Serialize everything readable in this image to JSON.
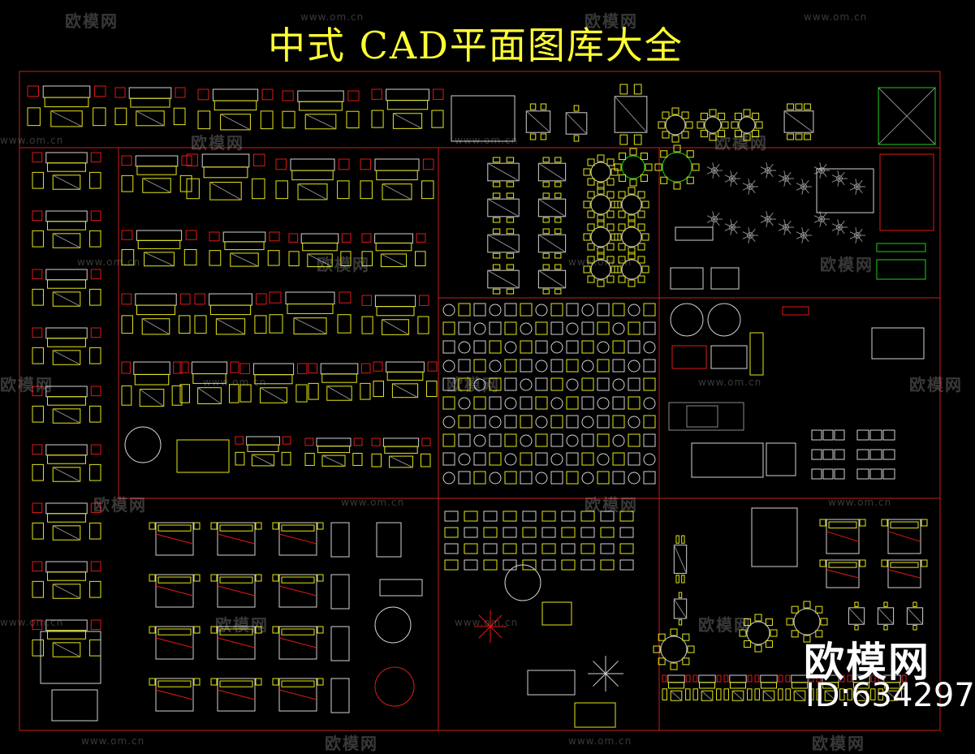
{
  "title": "中式 CAD平面图库大全",
  "watermark": {
    "site": "www.om.cn",
    "brand": "欧模网"
  },
  "branding": {
    "logo_text": "欧模网",
    "id_text": "ID:634297"
  },
  "icons": [
    "sofa-set-icon",
    "dining-table-icon",
    "round-table-icon",
    "bed-icon",
    "plant-icon",
    "car-icon",
    "rug-icon",
    "piano-icon",
    "umbrella-icon"
  ],
  "colors": {
    "background": "#000000",
    "frame": "#c81e1e",
    "title": "#ffff33",
    "line_yellow": "#e6e619",
    "line_white": "#d2d2d2",
    "line_grey": "#8a8a8a",
    "line_green": "#19d219",
    "line_red": "#e11919"
  }
}
